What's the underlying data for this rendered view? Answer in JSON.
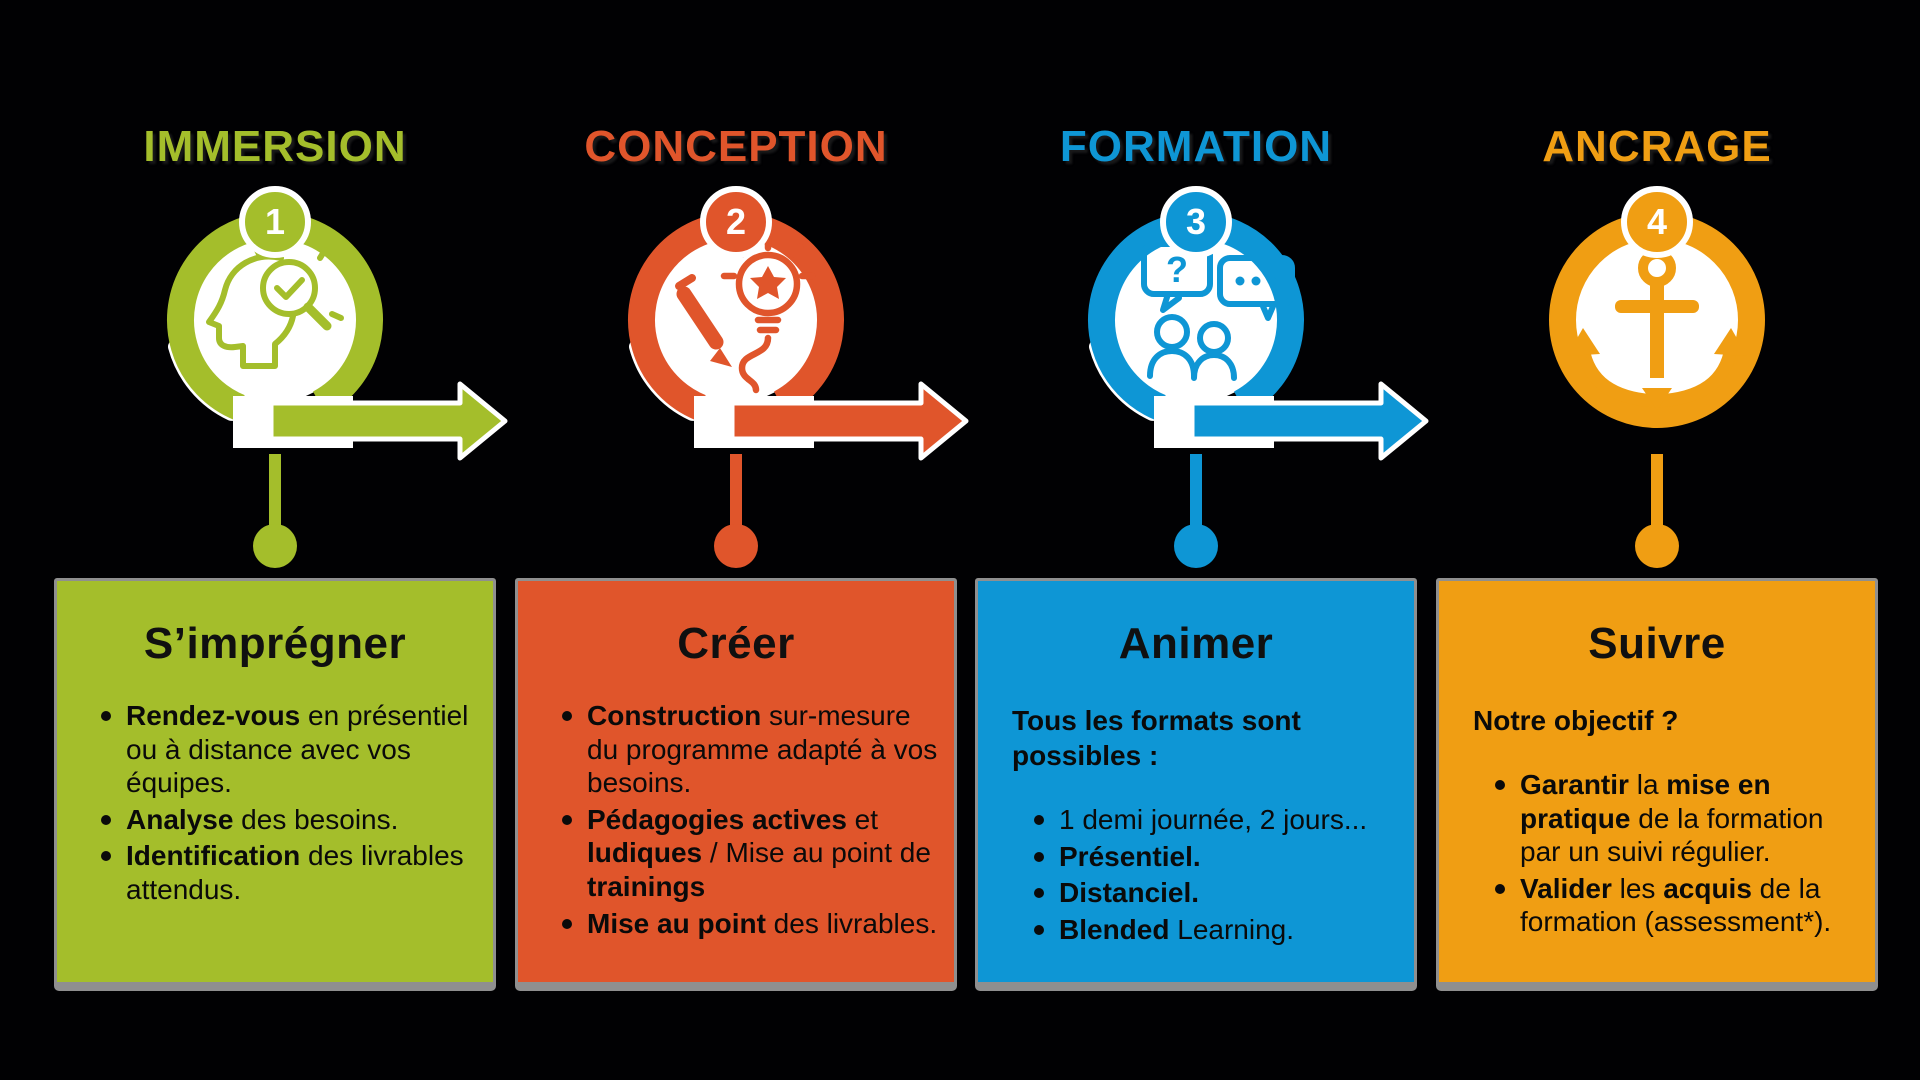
{
  "canvas": {
    "background": "#010103",
    "card_shadow_color": "#8f8f8f",
    "card_text_color": "#0d0d0d",
    "badge_text_color": "#ffffff"
  },
  "steps": [
    {
      "header": "IMMERSION",
      "number": "1",
      "theme_color": "#A4BE2B",
      "icon": "head-magnifier-check-icon",
      "card": {
        "title": "S’imprégner",
        "bullets": [
          [
            {
              "t": "Rendez-vous",
              "b": true
            },
            {
              "t": " en présentiel ou à distance avec vos équipes.",
              "b": false
            }
          ],
          [
            {
              "t": "Analyse",
              "b": true
            },
            {
              "t": " des besoins.",
              "b": false
            }
          ],
          [
            {
              "t": "Identification",
              "b": true
            },
            {
              "t": " des livrables attendus.",
              "b": false
            }
          ]
        ]
      }
    },
    {
      "header": "CONCEPTION",
      "number": "2",
      "theme_color": "#E0552B",
      "icon": "pencil-lightbulb-icon",
      "card": {
        "title": "Créer",
        "bullets": [
          [
            {
              "t": "Construction",
              "b": true
            },
            {
              "t": " sur-mesure du programme adapté à vos besoins.",
              "b": false
            }
          ],
          [
            {
              "t": "Pédagogies actives",
              "b": true
            },
            {
              "t": " et ",
              "b": false
            },
            {
              "t": "ludiques",
              "b": true
            },
            {
              "t": " / Mise au point de ",
              "b": false
            },
            {
              "t": "trainings",
              "b": true
            }
          ],
          [
            {
              "t": "Mise au point",
              "b": true
            },
            {
              "t": " des livrables.",
              "b": false
            }
          ]
        ]
      }
    },
    {
      "header": "FORMATION",
      "number": "3",
      "theme_color": "#0E96D5",
      "icon": "speech-bubbles-people-icon",
      "card": {
        "title": "Animer",
        "intro": "Tous les formats sont possibles :",
        "bullets": [
          [
            {
              "t": "1 demi journée, 2 jours...",
              "b": false
            }
          ],
          [
            {
              "t": "Présentiel.",
              "b": true
            }
          ],
          [
            {
              "t": "Distanciel.",
              "b": true
            }
          ],
          [
            {
              "t": "Blended",
              "b": true
            },
            {
              "t": " Learning.",
              "b": false
            }
          ]
        ]
      }
    },
    {
      "header": "ANCRAGE",
      "number": "4",
      "theme_color": "#F09E13",
      "icon": "anchor-icon",
      "card": {
        "title": "Suivre",
        "intro": "Notre objectif ?",
        "bullets": [
          [
            {
              "t": "Garantir",
              "b": true
            },
            {
              "t": " la ",
              "b": false
            },
            {
              "t": "mise en pratique",
              "b": true
            },
            {
              "t": " de la formation par un suivi régulier.",
              "b": false
            }
          ],
          [
            {
              "t": "Valider",
              "b": true
            },
            {
              "t": " les ",
              "b": false
            },
            {
              "t": "acquis",
              "b": true
            },
            {
              "t": " de la formation (assessment*).",
              "b": false
            }
          ]
        ]
      }
    }
  ]
}
